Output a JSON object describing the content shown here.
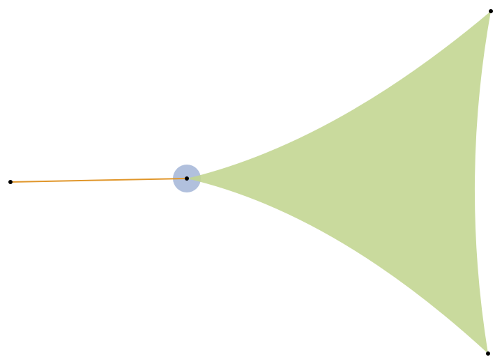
{
  "colors": {
    "background": "#ffffff",
    "triangle_fill": "#c2d58f",
    "hub_circle_fill": "#9db0d4",
    "edge_stroke": "#e0962a",
    "node_fill": "#000000"
  },
  "diagram": {
    "nodes": [
      "left-node",
      "hub-node",
      "top-right-node",
      "bottom-right-node"
    ],
    "edges": [
      [
        "left-node",
        "hub-node"
      ]
    ],
    "regions": [
      [
        "hub-node",
        "top-right-node",
        "bottom-right-node"
      ]
    ]
  }
}
